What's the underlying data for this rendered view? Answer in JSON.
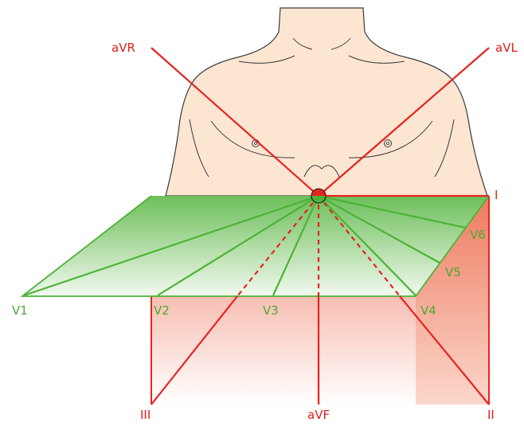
{
  "colors": {
    "limb_lead": "#e52421",
    "chest_lead": "#4cb335",
    "skin": "#fce6d2",
    "outline": "#3a3a3a"
  },
  "labels": {
    "aVR": "aVR",
    "aVL": "aVL",
    "I": "I",
    "II": "II",
    "III": "III",
    "aVF": "aVF",
    "V1": "V1",
    "V2": "V2",
    "V3": "V3",
    "V4": "V4",
    "V5": "V5",
    "V6": "V6"
  }
}
